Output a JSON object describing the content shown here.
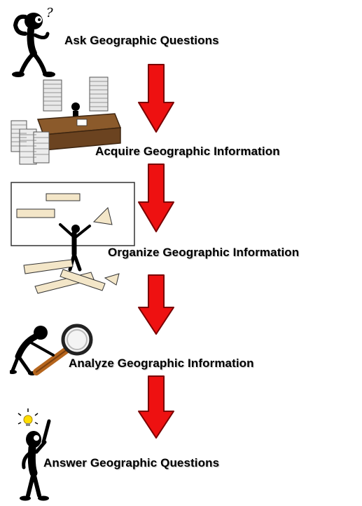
{
  "diagram": {
    "steps": [
      {
        "label": "Ask Geographic Questions",
        "icon": "thinking-figure-icon"
      },
      {
        "label": "Acquire Geographic Information",
        "icon": "desk-paper-stacks-icon"
      },
      {
        "label": "Organize Geographic Information",
        "icon": "figure-arranging-boards-icon"
      },
      {
        "label": "Analyze Geographic Information",
        "icon": "figure-magnifying-glass-icon"
      },
      {
        "label": "Answer Geographic Questions",
        "icon": "figure-lightbulb-icon"
      }
    ],
    "arrow_color": "#ee1111",
    "arrow_outline": "#7a0000"
  }
}
